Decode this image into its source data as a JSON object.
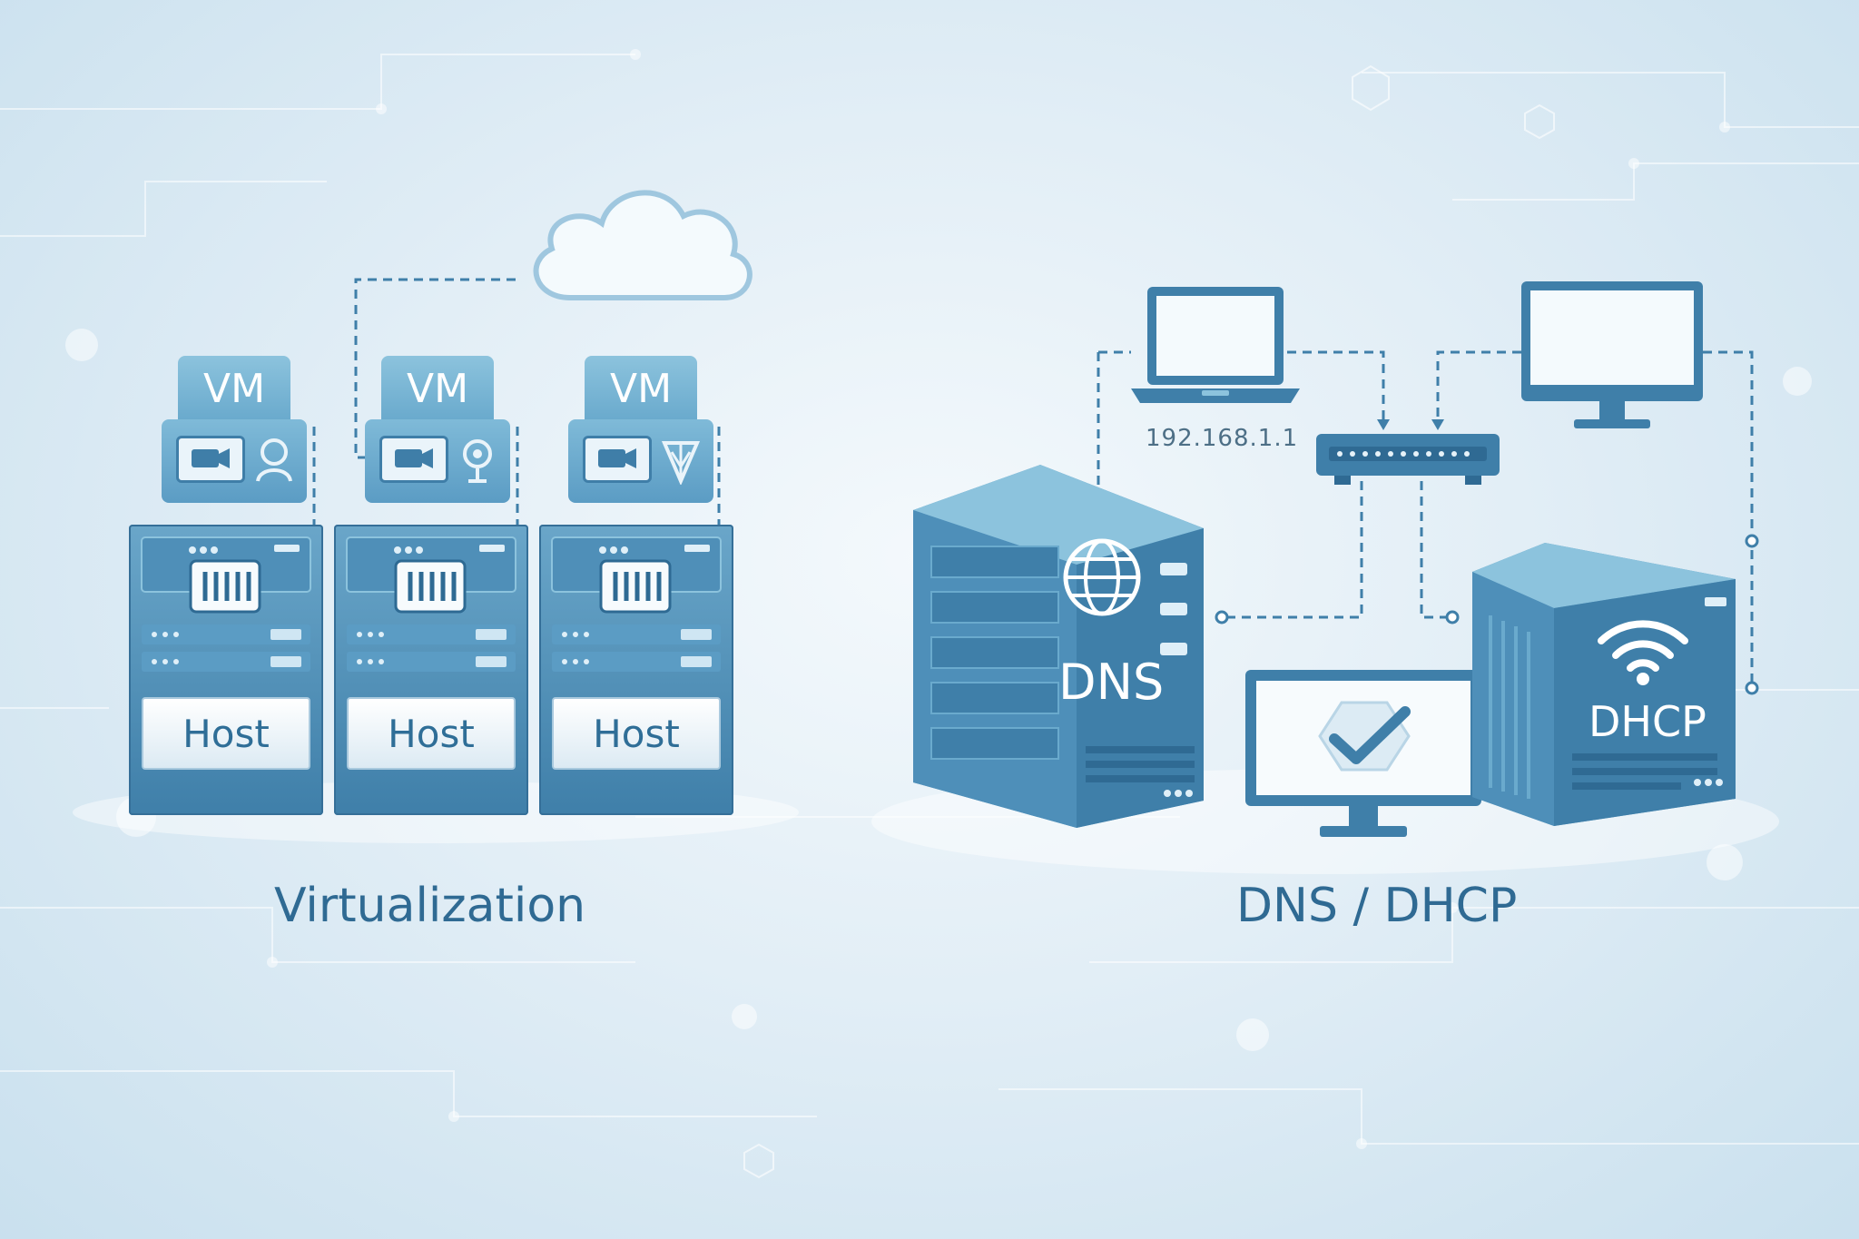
{
  "virtualization": {
    "caption": "Virtualization",
    "vms": [
      {
        "label": "VM"
      },
      {
        "label": "VM"
      },
      {
        "label": "VM"
      }
    ],
    "hosts": [
      {
        "label": "Host"
      },
      {
        "label": "Host"
      },
      {
        "label": "Host"
      }
    ]
  },
  "network": {
    "caption": "DNS / DHCP",
    "dns_label": "DNS",
    "dhcp_label": "DHCP",
    "ip_address": "192.168.1.1"
  },
  "colors": {
    "primary": "#3f7fa9",
    "accent": "#6aaacd",
    "text": "#2f6a93",
    "background": "#e2eef6"
  },
  "icons": [
    "cloud-icon",
    "video-icon",
    "avatar-icon",
    "shield-icon",
    "server-chip-icon",
    "globe-icon",
    "wifi-icon",
    "checkmark-icon",
    "laptop-icon",
    "monitor-icon",
    "router-icon"
  ]
}
